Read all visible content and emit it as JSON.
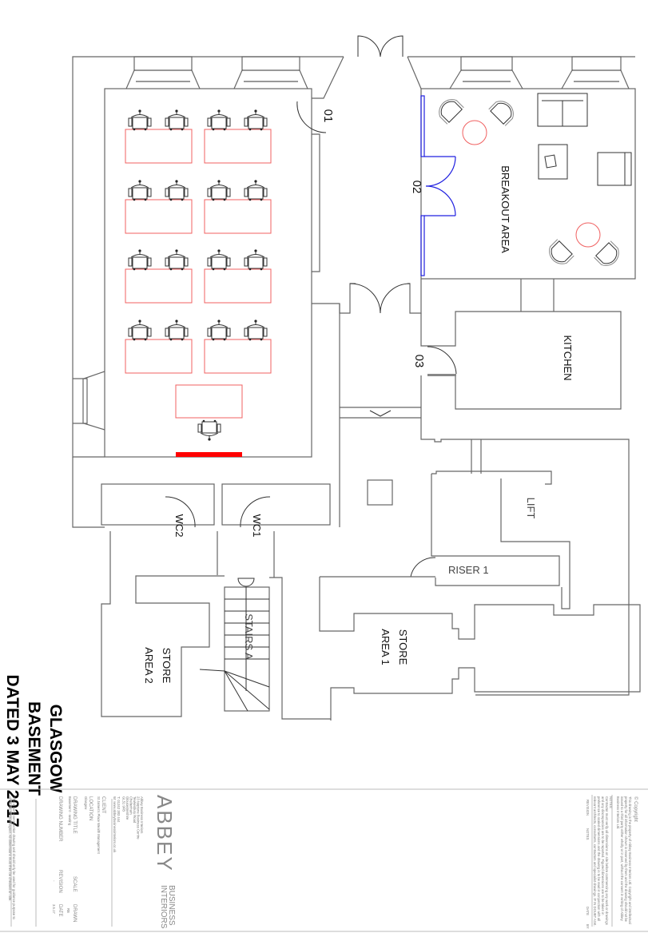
{
  "heading": {
    "line1": "GLASGOW",
    "line2": "BASEMENT",
    "line3": "DATED 3 MAY 2017"
  },
  "rooms": {
    "breakout": "BREAKOUT AREA",
    "kitchen": "KITCHEN",
    "lift": "LIFT",
    "riser": "RISER 1",
    "wc1": "WC1",
    "wc2": "WC2",
    "stairs": "STAIRS A",
    "store1_a": "STORE",
    "store1_b": "AREA 1",
    "store2_a": "STORE",
    "store2_b": "AREA 2"
  },
  "doors": {
    "d01": "01",
    "d02": "02",
    "d03": "03"
  },
  "colors": {
    "desk": "#f06060",
    "presentation_wall": "#ff0000",
    "glazing": "#2020e0",
    "wall": "#666666"
  },
  "title_block": {
    "copyright_heading": "© Copyright",
    "copyright_text": [
      "This drawing is the property of Abbey Business Interiors Ltd. Copyright and intellectual",
      "property for all information shown is reserved by them and the drawing should not be",
      "issued to a third party either wholly or in part, without the consent in writing of Abbey",
      "Business Interiors Ltd."
    ],
    "notes_heading": "NOTES:",
    "notes_text": [
      "Contractor must verify all dimensions on site before commencing any work or drawings",
      "and any discrepancies are to be reported. Figured dimensions are to be taken in",
      "preference to scaled dimensions and the drawing is to be read in conjunction with all",
      "relevant architects, consultants, contractors and specialist drawings. IF IN DOUBT ASK."
    ],
    "revision_headers": {
      "revision": "REVISION",
      "notes": "NOTES",
      "date": "DATE",
      "by": "BY"
    },
    "logo": {
      "word": "ABBEY",
      "line1": "BUSINESS",
      "line2": "INTERIORS"
    },
    "address": [
      "Abbey Business Interiors",
      "23 Neptune Business Centre",
      "Tewkesbury Road",
      "Cheltenham",
      "Gloucestershire",
      "GL51 9FB"
    ],
    "phone": "T:   01242 283 444",
    "web": "W:   www.abbeybusinessinteriors.co.uk",
    "client_label": "CLIENT",
    "client": "St James's Place Wealth Management",
    "location_label": "LOCATION",
    "location": "Glasgow",
    "drawing_title_label": "DRAWING TITLE",
    "drawing_title": "Basement - seating",
    "scale_label": "SCALE",
    "drawn_label": "DRAWN",
    "drawn": "RB",
    "drawing_number_label": "DRAWING NUMBER",
    "revision_label": "REVISION",
    "revision": "-",
    "date_label": "DATE",
    "date": "3.5.17",
    "disclaimer": [
      "This is not a construction drawing and should only be used for guidance purpose to",
      "show the furniture layout. All dimensions must then be checked on site."
    ]
  }
}
